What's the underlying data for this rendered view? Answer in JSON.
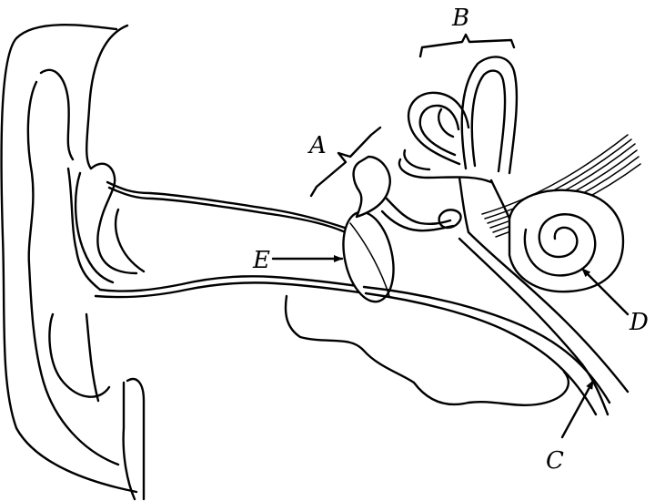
{
  "diagram": {
    "labels": {
      "a": "A",
      "b": "B",
      "c": "C",
      "d": "D",
      "e": "E"
    }
  }
}
